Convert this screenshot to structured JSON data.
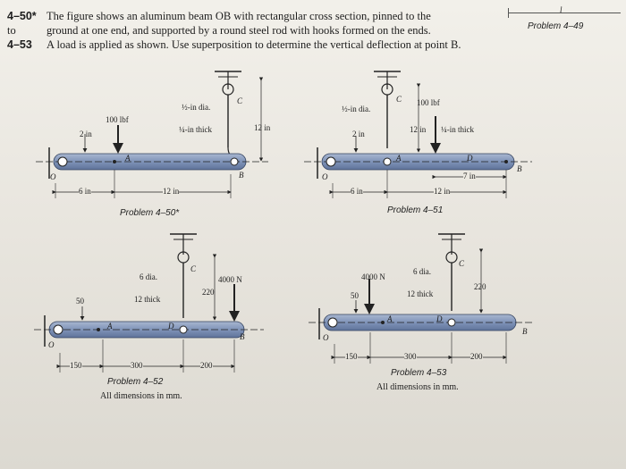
{
  "header": {
    "numbers": [
      "4–50*",
      "to",
      "4–53"
    ],
    "lines": [
      "The figure shows an aluminum beam OB with rectangular cross section, pinned to the",
      "ground at one end, and supported by a round steel rod with hooks formed on the ends.",
      "A load is applied as shown. Use superposition to determine the vertical deflection at point B."
    ]
  },
  "side": {
    "tag": "Problem 4–49",
    "length": "l"
  },
  "fig50": {
    "caption": "Problem 4–50*",
    "rod": "½-in dia.",
    "thick": "¼-in thick",
    "load": "100 lbf",
    "depth": "2 in",
    "rod_len": "12 in",
    "d1": "6 in",
    "d2": "12 in",
    "O": "O",
    "A": "A",
    "B": "B",
    "C": "C"
  },
  "fig51": {
    "caption": "Problem 4–51",
    "rod": "½-in dia.",
    "thick": "¼-in thick",
    "load": "100 lbf",
    "depth": "2 in",
    "rod_len": "12 in",
    "d1": "6 in",
    "d2": "12 in",
    "d3": "7 in",
    "O": "O",
    "A": "A",
    "B": "B",
    "C": "C",
    "D": "D"
  },
  "fig52": {
    "caption": "Problem 4–52",
    "note": "All dimensions in mm.",
    "rod": "6 dia.",
    "thick": "12 thick",
    "load": "4000 N",
    "depth": "50",
    "rod_len": "220",
    "d1": "150",
    "d2": "300",
    "d3": "200",
    "O": "O",
    "A": "A",
    "B": "B",
    "C": "C",
    "D": "D"
  },
  "fig53": {
    "caption": "Problem 4–53",
    "note": "All dimensions in mm.",
    "rod": "6 dia.",
    "thick": "12 thick",
    "load": "4000 N",
    "depth": "50",
    "rod_len": "220",
    "d1": "150",
    "d2": "300",
    "d3": "200",
    "O": "O",
    "A": "A",
    "B": "B",
    "C": "C",
    "D": "D"
  }
}
